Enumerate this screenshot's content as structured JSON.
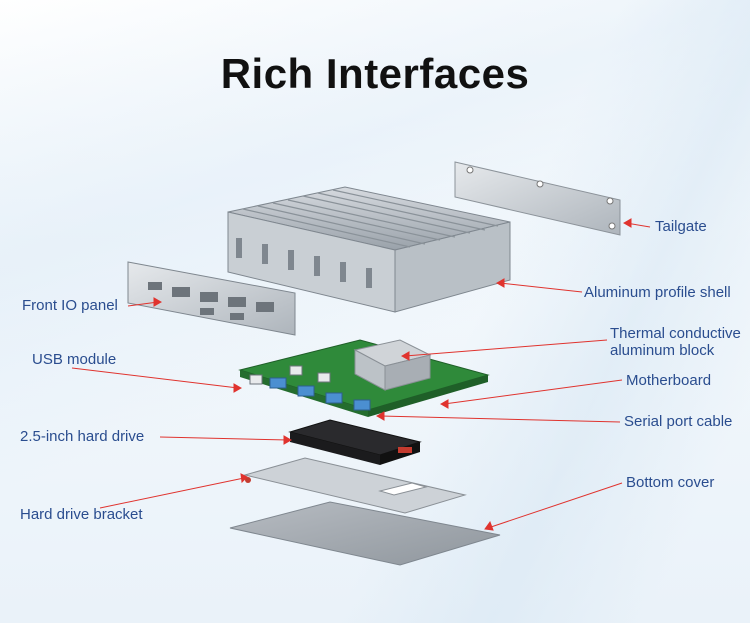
{
  "title": "Rich Interfaces",
  "labels": {
    "tailgate": "Tailgate",
    "aluminum_shell": "Aluminum profile shell",
    "front_io": "Front IO panel",
    "thermal_line1": "Thermal conductive",
    "thermal_line2": "aluminum block",
    "usb_module": "USB module",
    "motherboard": "Motherboard",
    "serial_cable": "Serial port cable",
    "hard_drive": "2.5-inch hard drive",
    "bottom_cover": "Bottom cover",
    "hd_bracket": "Hard drive bracket"
  },
  "colors": {
    "label_text": "#2a4d8f",
    "leader_line": "#e0332e",
    "metal": "#c9ced3",
    "pcb": "#2f8a3a"
  }
}
